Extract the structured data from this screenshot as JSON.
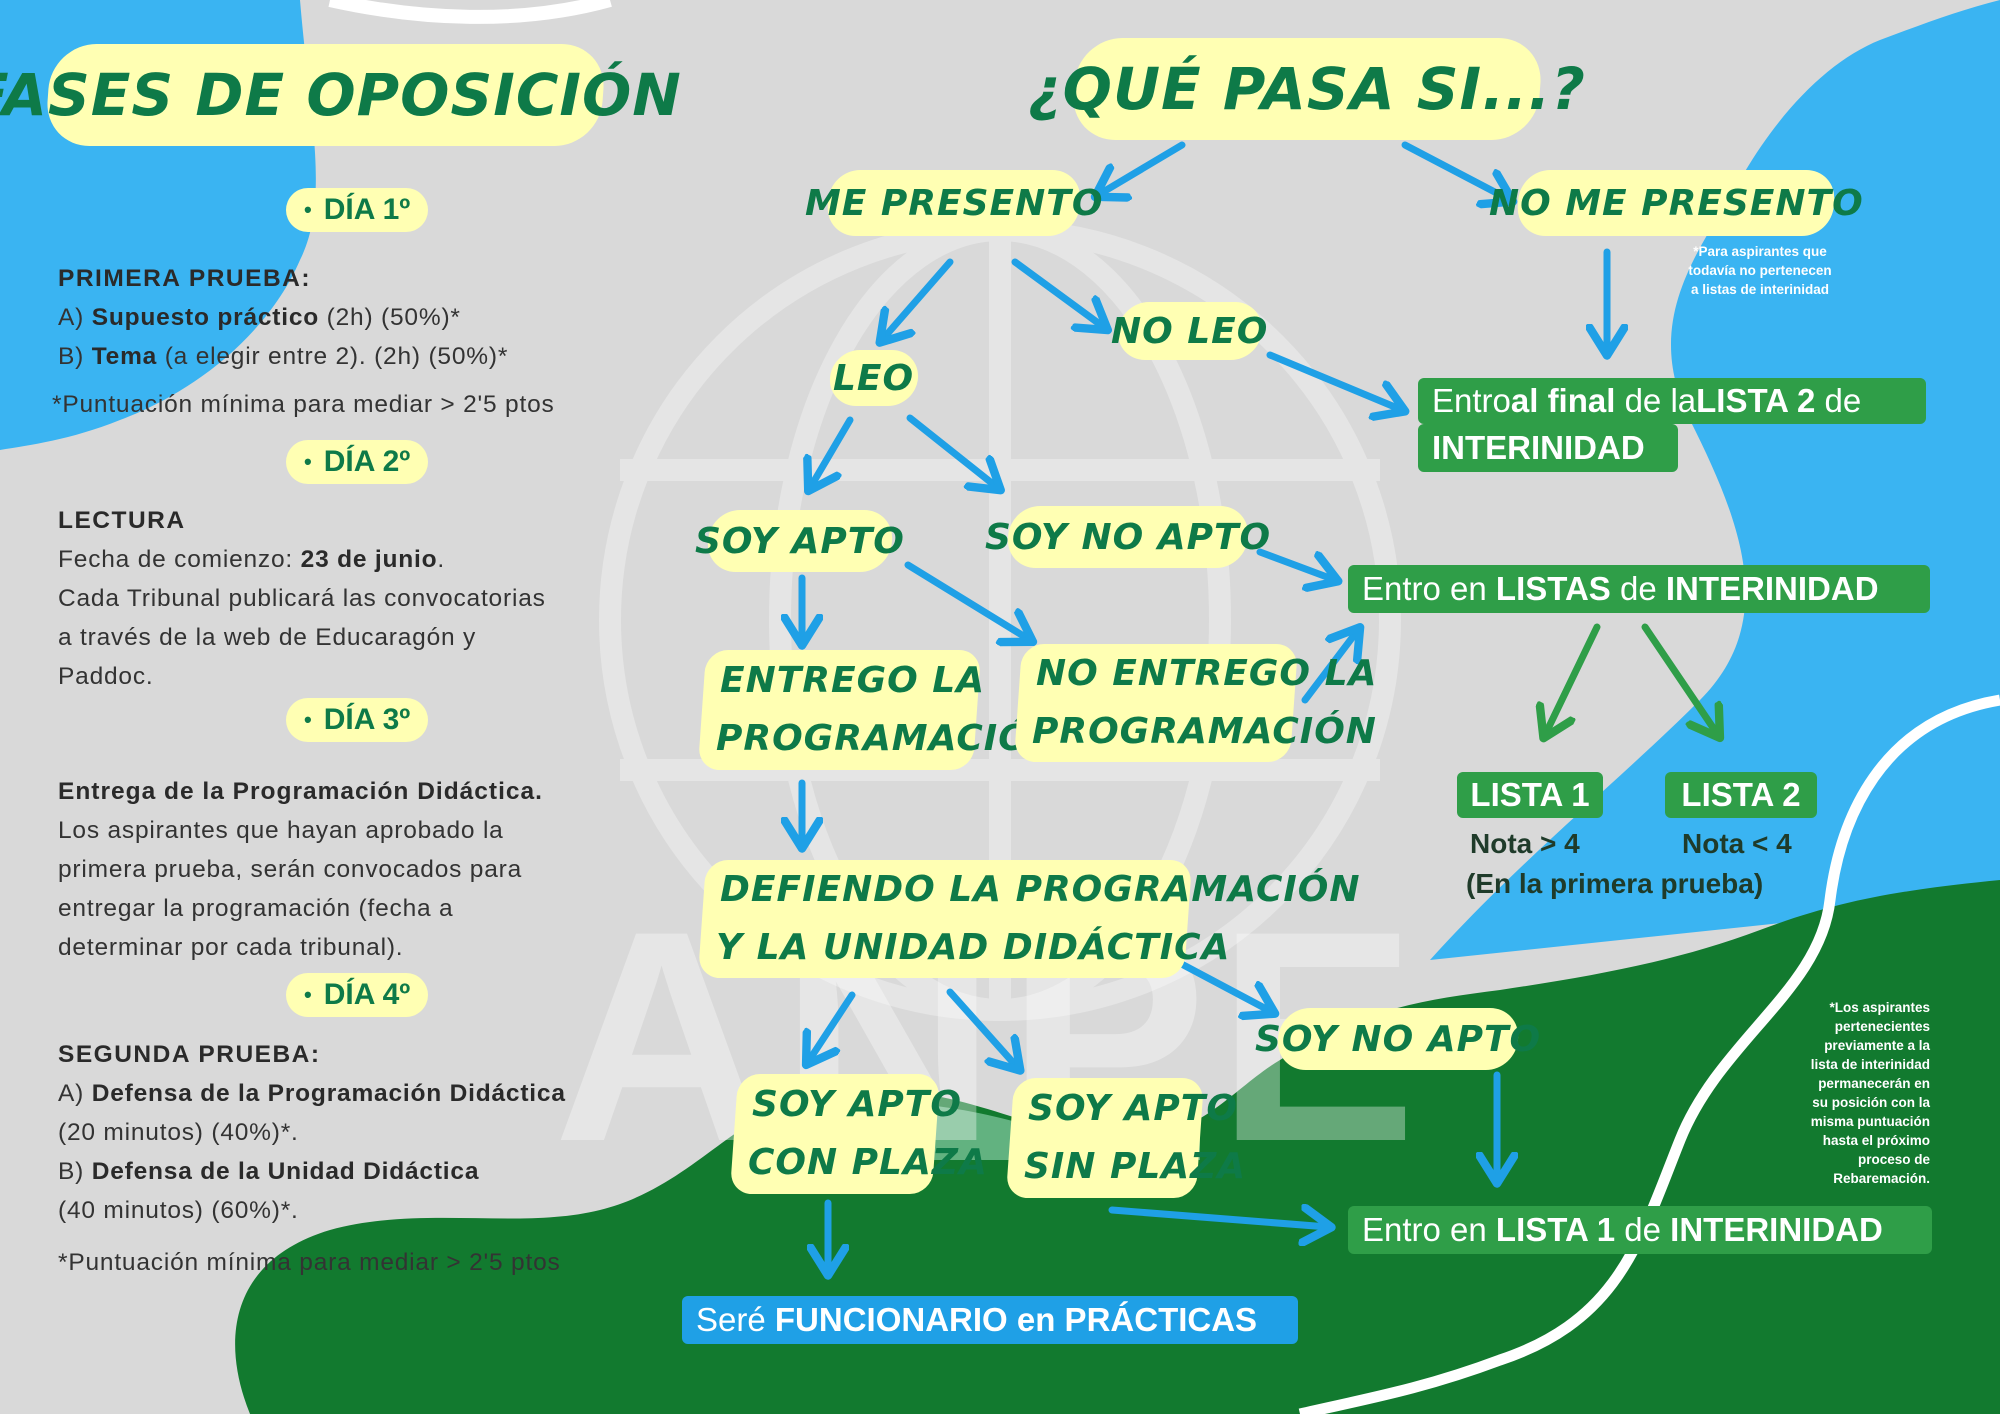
{
  "left": {
    "title": "FASES DE OPOSICIÓN",
    "days": [
      {
        "label": "DÍA 1º"
      },
      {
        "label": "DÍA 2º"
      },
      {
        "label": "DÍA 3º"
      },
      {
        "label": "DÍA 4º"
      }
    ],
    "day1": {
      "heading": "PRIMERA PRUEBA:",
      "a_prefix": "A) ",
      "a_bold": "Supuesto práctico",
      "a_rest": " (2h) (50%)*",
      "b_prefix": "B) ",
      "b_bold": "Tema",
      "b_rest": " (a elegir entre 2). (2h) (50%)*",
      "note": "*Puntuación mínima para mediar > 2'5 ptos"
    },
    "day2": {
      "heading": "LECTURA",
      "line1_prefix": "Fecha de comienzo: ",
      "line1_bold": "23 de junio",
      "line1_rest": ".",
      "line2": "Cada Tribunal publicará las convocatorias",
      "line3": "a través de la web de Educaragón y",
      "line4": "Paddoc."
    },
    "day3": {
      "heading": "Entrega de la Programación Didáctica.",
      "line1": "Los aspirantes que hayan aprobado la",
      "line2": "primera prueba, serán convocados para",
      "line3": "entregar la programación (fecha a",
      "line4": "determinar por cada tribunal)."
    },
    "day4": {
      "heading": "SEGUNDA PRUEBA:",
      "a_prefix": "A) ",
      "a_bold": "Defensa de la Programación Didáctica",
      "a_line2": "(20 minutos) (40%)*.",
      "b_prefix": "B) ",
      "b_bold": "Defensa de la Unidad Didáctica",
      "b_line2": "(40 minutos) (60%)*.",
      "note": "*Puntuación mínima para mediar > 2'5 ptos"
    }
  },
  "flow": {
    "title": "¿QUÉ PASA SI...?",
    "me_presento": "ME PRESENTO",
    "no_me_presento": "NO ME PRESENTO",
    "note_no_presento": [
      "*Para aspirantes que",
      "todavía no pertenecen",
      "a listas de interinidad"
    ],
    "leo": "LEO",
    "no_leo": "NO LEO",
    "soy_apto": "SOY APTO",
    "soy_no_apto_1": "SOY NO APTO",
    "entrego_1": "ENTREGO LA",
    "entrego_2": "PROGRAMACIÓN",
    "no_entrego_1": "NO ENTREGO LA",
    "no_entrego_2": "PROGRAMACIÓN",
    "defiendo_1": "DEFIENDO LA PROGRAMACIÓN",
    "defiendo_2": "Y LA UNIDAD DIDÁCTICA",
    "soy_no_apto_2": "SOY NO APTO",
    "con_plaza_1": "SOY APTO",
    "con_plaza_2": "CON PLAZA",
    "sin_plaza_1": "SOY APTO",
    "sin_plaza_2": "SIN PLAZA",
    "result_lista2": {
      "p1": "Entro ",
      "b1": "al final",
      "p2": " de la ",
      "b2": "LISTA 2",
      "p3": " de",
      "line2": "INTERINIDAD"
    },
    "result_listas": {
      "p1": "Entro en ",
      "b1": "LISTAS",
      "p2": " de ",
      "b2": "INTERINIDAD"
    },
    "lista1": "LISTA 1",
    "lista2": "LISTA 2",
    "nota1": "Nota > 4",
    "nota2": "Nota < 4",
    "primera_prueba": "(En la primera prueba)",
    "result_lista1": {
      "p1": "Entro en ",
      "b1": "LISTA 1",
      "p2": " de ",
      "b2": "INTERINIDAD"
    },
    "funcionario": {
      "p1": "Seré ",
      "b1": "FUNCIONARIO en PRÁCTICAS"
    },
    "note_rebaremacion": [
      "*Los aspirantes",
      "pertenecientes",
      "previamente a la",
      "lista de interinidad",
      "permanecerán en",
      "su posición con la",
      "misma puntuación",
      "hasta el próximo",
      "proceso de",
      "Rebaremación."
    ]
  },
  "watermark": "ANPE",
  "colors": {
    "yellow": "#ffffb3",
    "dark_green": "#0e7a48",
    "blue": "#3ab4f2",
    "arrow_blue": "#1fa0e6",
    "arrow_green": "#2f9e48",
    "green_box": "#2f9e48",
    "forest": "#127a2f"
  }
}
